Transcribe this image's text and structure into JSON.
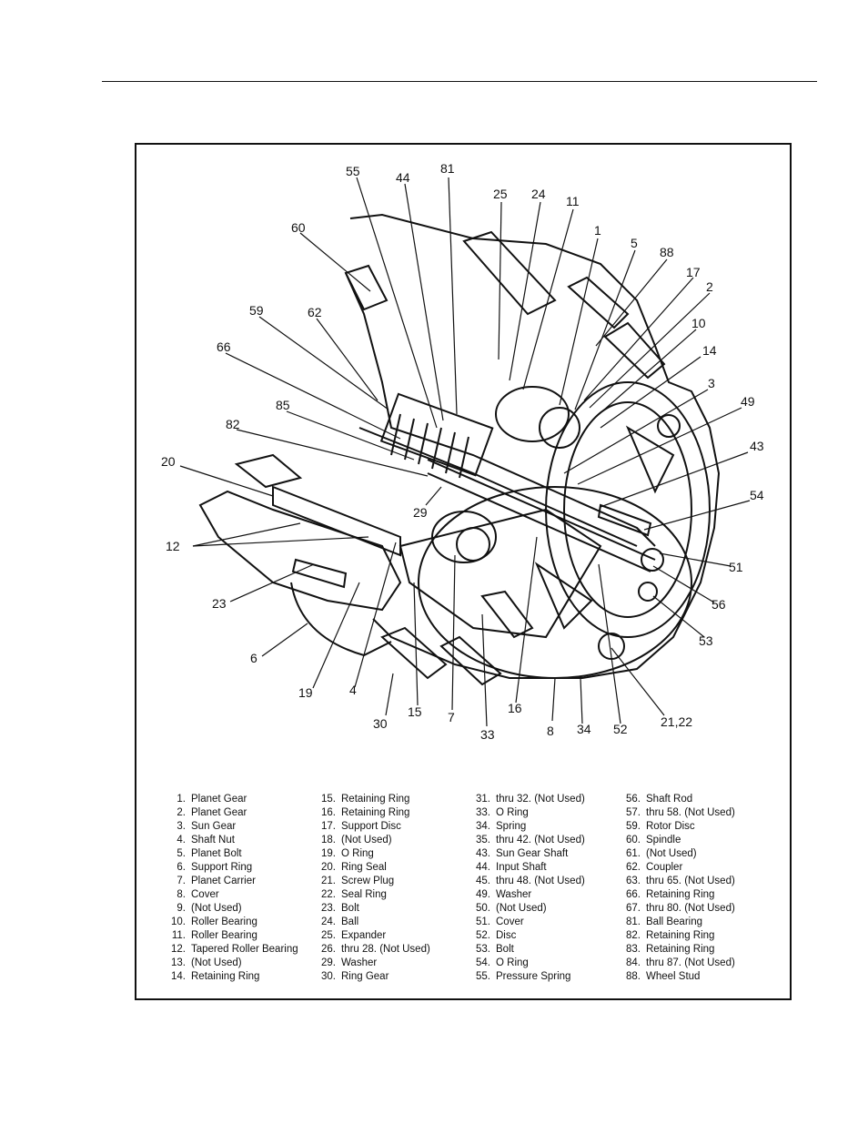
{
  "figure": {
    "callouts": [
      {
        "label": "55"
      },
      {
        "label": "44"
      },
      {
        "label": "81"
      },
      {
        "label": "25"
      },
      {
        "label": "24"
      },
      {
        "label": "11"
      },
      {
        "label": "1"
      },
      {
        "label": "5"
      },
      {
        "label": "88"
      },
      {
        "label": "17"
      },
      {
        "label": "2"
      },
      {
        "label": "10"
      },
      {
        "label": "14"
      },
      {
        "label": "3"
      },
      {
        "label": "49"
      },
      {
        "label": "43"
      },
      {
        "label": "54"
      },
      {
        "label": "51"
      },
      {
        "label": "56"
      },
      {
        "label": "53"
      },
      {
        "label": "60"
      },
      {
        "label": "59"
      },
      {
        "label": "62"
      },
      {
        "label": "66"
      },
      {
        "label": "85"
      },
      {
        "label": "82"
      },
      {
        "label": "20"
      },
      {
        "label": "29"
      },
      {
        "label": "12"
      },
      {
        "label": "23"
      },
      {
        "label": "6"
      },
      {
        "label": "19"
      },
      {
        "label": "4"
      },
      {
        "label": "30"
      },
      {
        "label": "15"
      },
      {
        "label": "7"
      },
      {
        "label": "33"
      },
      {
        "label": "16"
      },
      {
        "label": "8"
      },
      {
        "label": "34"
      },
      {
        "label": "52"
      },
      {
        "label": "21,22"
      }
    ]
  },
  "legend": {
    "columns": [
      [
        {
          "num": "1.",
          "name": "Planet Gear"
        },
        {
          "num": "2.",
          "name": "Planet Gear"
        },
        {
          "num": "3.",
          "name": "Sun Gear"
        },
        {
          "num": "4.",
          "name": "Shaft Nut"
        },
        {
          "num": "5.",
          "name": "Planet Bolt"
        },
        {
          "num": "6.",
          "name": "Support Ring"
        },
        {
          "num": "7.",
          "name": "Planet Carrier"
        },
        {
          "num": "8.",
          "name": "Cover"
        },
        {
          "num": "9.",
          "name": "(Not Used)"
        },
        {
          "num": "10.",
          "name": "Roller Bearing"
        },
        {
          "num": "11.",
          "name": "Roller Bearing"
        },
        {
          "num": "12.",
          "name": "Tapered Roller Bearing"
        },
        {
          "num": "13.",
          "name": "(Not Used)"
        },
        {
          "num": "14.",
          "name": "Retaining Ring"
        }
      ],
      [
        {
          "num": "15.",
          "name": "Retaining Ring"
        },
        {
          "num": "16.",
          "name": "Retaining Ring"
        },
        {
          "num": "17.",
          "name": "Support Disc"
        },
        {
          "num": "18.",
          "name": "(Not Used)"
        },
        {
          "num": "19.",
          "name": "O Ring"
        },
        {
          "num": "20.",
          "name": "Ring Seal"
        },
        {
          "num": "21.",
          "name": "Screw Plug"
        },
        {
          "num": "22.",
          "name": "Seal Ring"
        },
        {
          "num": "23.",
          "name": "Bolt"
        },
        {
          "num": "24.",
          "name": "Ball"
        },
        {
          "num": "25.",
          "name": "Expander"
        },
        {
          "num": "26.",
          "name": "thru 28.  (Not Used)"
        },
        {
          "num": "29.",
          "name": "Washer"
        },
        {
          "num": "30.",
          "name": "Ring Gear"
        }
      ],
      [
        {
          "num": "31.",
          "name": "thru 32.  (Not Used)"
        },
        {
          "num": "33.",
          "name": "O Ring"
        },
        {
          "num": "34.",
          "name": "Spring"
        },
        {
          "num": "35.",
          "name": "thru 42.  (Not Used)"
        },
        {
          "num": "43.",
          "name": "Sun Gear Shaft"
        },
        {
          "num": "44.",
          "name": "Input Shaft"
        },
        {
          "num": "45.",
          "name": "thru 48.  (Not Used)"
        },
        {
          "num": "49.",
          "name": "Washer"
        },
        {
          "num": "50.",
          "name": "(Not Used)"
        },
        {
          "num": "51.",
          "name": "Cover"
        },
        {
          "num": "52.",
          "name": "Disc"
        },
        {
          "num": "53.",
          "name": "Bolt"
        },
        {
          "num": "54.",
          "name": "O Ring"
        },
        {
          "num": "55.",
          "name": "Pressure Spring"
        }
      ],
      [
        {
          "num": "56.",
          "name": "Shaft Rod"
        },
        {
          "num": "57.",
          "name": "thru 58.  (Not Used)"
        },
        {
          "num": "59.",
          "name": "Rotor Disc"
        },
        {
          "num": "60.",
          "name": "Spindle"
        },
        {
          "num": "61.",
          "name": "(Not Used)"
        },
        {
          "num": "62.",
          "name": "Coupler"
        },
        {
          "num": "63.",
          "name": "thru 65.  (Not Used)"
        },
        {
          "num": "66.",
          "name": "Retaining Ring"
        },
        {
          "num": "67.",
          "name": "thru 80.  (Not Used)"
        },
        {
          "num": "81.",
          "name": "Ball Bearing"
        },
        {
          "num": "82.",
          "name": "Retaining Ring"
        },
        {
          "num": "83.",
          "name": "Retaining Ring"
        },
        {
          "num": "84.",
          "name": "thru 87.  (Not Used)"
        },
        {
          "num": "88.",
          "name": "Wheel Stud"
        }
      ]
    ]
  }
}
